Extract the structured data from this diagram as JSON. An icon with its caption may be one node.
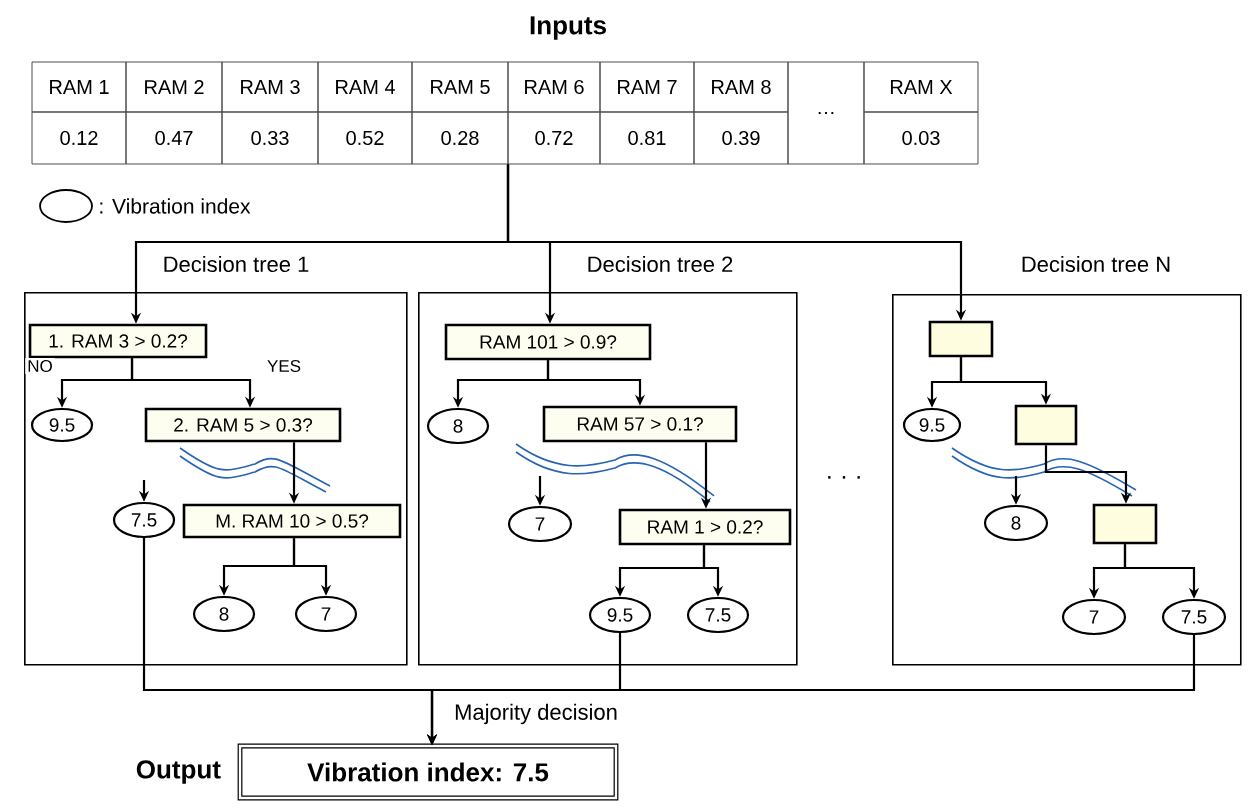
{
  "diagram": {
    "nodes": [
      {
        "text": [
          "Inputs",
          "RAM 1",
          "RAM 2",
          "RAM 3",
          "RAM 4",
          "RAM 5",
          "RAM 6",
          "RAM 7",
          "RAM 8",
          "…",
          "RAM X",
          "0.12",
          "0.47",
          "0.33",
          "0.52",
          "0.28",
          "0.72",
          "0.81",
          "0.39",
          "0.03"
        ]
      },
      {
        "text": [
          "Decision tree 1"
        ]
      },
      {
        "text": [
          "1. RAM 3 > 0.2?"
        ],
        "in": 1
      },
      {
        "text": [
          "9.5"
        ],
        "in": 1
      },
      {
        "text": [
          "2. RAM 5 > 0.3?"
        ],
        "in": 1
      },
      {
        "text": [
          "7.5"
        ],
        "in": 1
      },
      {
        "text": [
          "M. RAM 10 > 0.5?"
        ],
        "in": 1
      },
      {
        "text": [
          "8"
        ],
        "in": 1
      },
      {
        "text": [
          "7"
        ],
        "in": 1
      },
      {
        "text": [
          "Decision tree 2"
        ]
      },
      {
        "text": [
          "RAM 101 > 0.9?"
        ],
        "in": 9
      },
      {
        "text": [
          "8"
        ],
        "in": 9
      },
      {
        "text": [
          "RAM 57 > 0.1?"
        ],
        "in": 9
      },
      {
        "text": [
          "7"
        ],
        "in": 9
      },
      {
        "text": [
          "RAM 1 > 0.2?"
        ],
        "in": 9
      },
      {
        "text": [
          "9.5"
        ],
        "in": 9
      },
      {
        "text": [
          "7.5"
        ],
        "in": 9
      },
      {
        "text": [
          "Decision tree N"
        ]
      },
      {
        "text": [],
        "shape": "box",
        "in": 17
      },
      {
        "text": [
          "9.5"
        ],
        "in": 17
      },
      {
        "text": [],
        "shape": "box",
        "in": 17
      },
      {
        "text": [
          "8"
        ],
        "in": 17
      },
      {
        "text": [],
        "shape": "box",
        "in": 17
      },
      {
        "text": [
          "7"
        ],
        "in": 17
      },
      {
        "text": [
          "7.5"
        ],
        "in": 17
      },
      {
        "text": [
          "Vibration index: 7.5"
        ],
        "beside": [
          "Output"
        ]
      }
    ],
    "edges": [
      {
        "from": 0,
        "to": 2,
        "arrow": "to"
      },
      {
        "from": 0,
        "to": 10,
        "arrow": "to"
      },
      {
        "from": 0,
        "to": 18,
        "arrow": "to"
      },
      {
        "from": 2,
        "to": 3,
        "arrow": "to",
        "label": "NO"
      },
      {
        "from": 2,
        "to": 4,
        "arrow": "to",
        "label": "YES"
      },
      {
        "from": 4,
        "to": 6,
        "arrow": "to"
      },
      {
        "from": null,
        "to": 5,
        "arrow": "to"
      },
      {
        "from": 6,
        "to": 7,
        "arrow": "to"
      },
      {
        "from": 6,
        "to": 8,
        "arrow": "to"
      },
      {
        "from": 10,
        "to": 11,
        "arrow": "to"
      },
      {
        "from": 10,
        "to": 12,
        "arrow": "to"
      },
      {
        "from": 12,
        "to": 14,
        "arrow": "to"
      },
      {
        "from": null,
        "to": 13,
        "arrow": "to"
      },
      {
        "from": 14,
        "to": 15,
        "arrow": "to"
      },
      {
        "from": 14,
        "to": 16,
        "arrow": "to"
      },
      {
        "from": 18,
        "to": 19,
        "arrow": "to"
      },
      {
        "from": 18,
        "to": 20,
        "arrow": "to"
      },
      {
        "from": 20,
        "to": 22,
        "arrow": "to"
      },
      {
        "from": null,
        "to": 21,
        "arrow": "to"
      },
      {
        "from": 22,
        "to": 23,
        "arrow": "to"
      },
      {
        "from": 22,
        "to": 24,
        "arrow": "to"
      },
      {
        "from": 5,
        "to": 25,
        "arrow": "to"
      },
      {
        "from": 15,
        "to": 25,
        "arrow": "to",
        "label": "Majority decision"
      },
      {
        "from": 24,
        "to": 25,
        "arrow": "to"
      }
    ],
    "labels": [
      "· · ·"
    ],
    "legend": [
      {
        "text": ": Vibration index"
      }
    ]
  }
}
